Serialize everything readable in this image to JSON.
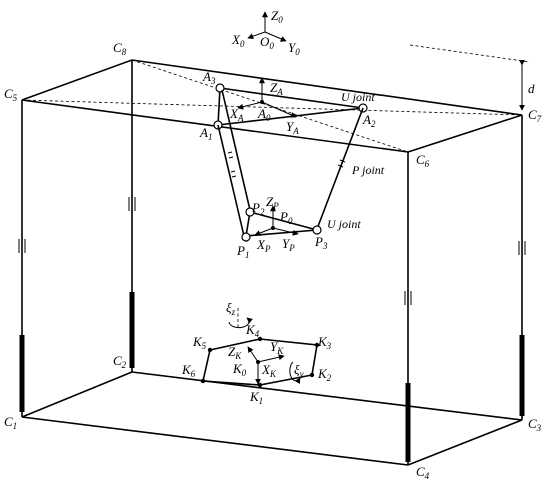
{
  "frame_labels": {
    "C1": "C",
    "C1s": "1",
    "C2": "C",
    "C2s": "2",
    "C3": "C",
    "C3s": "3",
    "C4": "C",
    "C4s": "4",
    "C5": "C",
    "C5s": "5",
    "C6": "C",
    "C6s": "6",
    "C7": "C",
    "C7s": "7",
    "C8": "C",
    "C8s": "8"
  },
  "origin_labels": {
    "Z0": "Z",
    "Z0s": "0",
    "X0": "X",
    "X0s": "0",
    "Y0": "Y",
    "Y0s": "0",
    "O0": "O",
    "O0s": "0",
    "d": "d"
  },
  "top_platform": {
    "A1": "A",
    "A1s": "1",
    "A2": "A",
    "A2s": "2",
    "A3": "A",
    "A3s": "3",
    "A0": "A",
    "A0s": "0",
    "ZA": "Z",
    "ZAs": "A",
    "XA": "X",
    "XAs": "A",
    "YA": "Y",
    "YAs": "A",
    "u_joint_top": "U joint"
  },
  "moving_platform": {
    "P1": "P",
    "P1s": "1",
    "P2": "P",
    "P2s": "2",
    "P3": "P",
    "P3s": "3",
    "P0": "P",
    "P0s": "0",
    "ZP": "Z",
    "ZPs": "P",
    "XP": "X",
    "XPs": "P",
    "YP": "Y",
    "YPs": "P",
    "p_joint": "P joint",
    "u_joint_bottom": "U  joint"
  },
  "base_hexagon": {
    "K0": "K",
    "K0s": "0",
    "K1": "K",
    "K1s": "1",
    "K2": "K",
    "K2s": "2",
    "K3": "K",
    "K3s": "3",
    "K4": "K",
    "K4s": "4",
    "K5": "K",
    "K5s": "5",
    "K6": "K",
    "K6s": "6",
    "ZK": "Z",
    "ZKs": "K",
    "XK": "X",
    "XKs": "K",
    "YK": "Y",
    "YKs": "K",
    "xi_z": "ξ",
    "xi_zs": "z",
    "xi_y": "ξ",
    "xi_ys": "y"
  }
}
